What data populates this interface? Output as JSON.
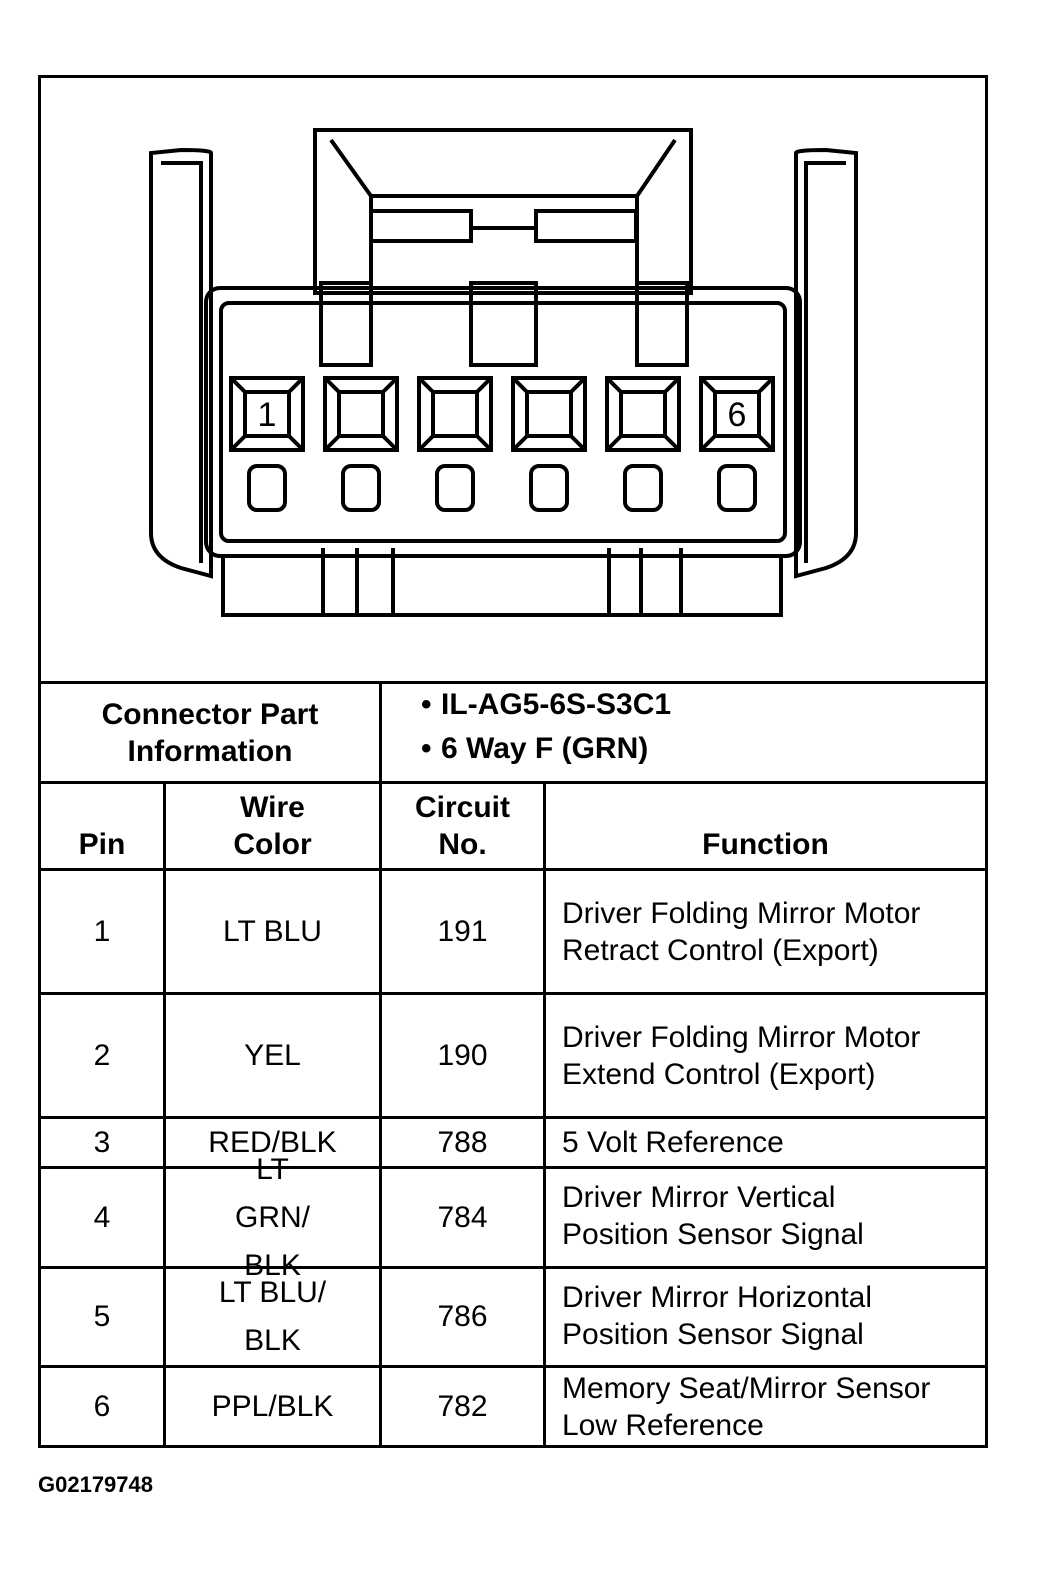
{
  "connector": {
    "pin_labels": [
      "1",
      "6"
    ],
    "pin_count": 6
  },
  "part_info": {
    "label": "Connector Part Information",
    "items": [
      "IL-AG5-6S-S3C1",
      "6 Way F (GRN)"
    ]
  },
  "table": {
    "headers": {
      "pin": "Pin",
      "wire_color": "Wire Color",
      "circuit": "Circuit No.",
      "function": "Function"
    },
    "rows": [
      {
        "pin": "1",
        "wire": "LT BLU",
        "circuit": "191",
        "function": "Driver Folding Mirror Motor Retract Control (Export)"
      },
      {
        "pin": "2",
        "wire": "YEL",
        "circuit": "190",
        "function": "Driver Folding Mirror Motor Extend Control (Export)"
      },
      {
        "pin": "3",
        "wire": "RED/BLK",
        "circuit": "788",
        "function": "5 Volt Reference"
      },
      {
        "pin": "4",
        "wire": "LT GRN/ BLK",
        "circuit": "784",
        "function": "Driver Mirror Vertical Position Sensor Signal"
      },
      {
        "pin": "5",
        "wire": "LT BLU/ BLK",
        "circuit": "786",
        "function": "Driver Mirror Horizontal Position Sensor Signal"
      },
      {
        "pin": "6",
        "wire": "PPL/BLK",
        "circuit": "782",
        "function": "Memory Seat/Mirror Sensor Low Reference"
      }
    ]
  },
  "figure_id": "G02179748"
}
